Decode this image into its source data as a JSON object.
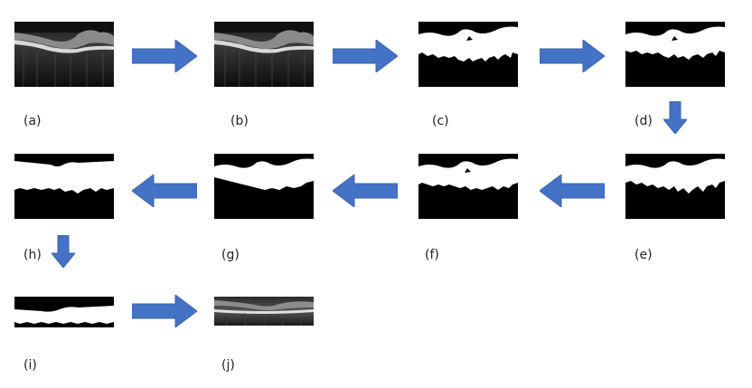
{
  "panels": [
    {
      "id": "a",
      "label": "(a)",
      "kind": "oct"
    },
    {
      "id": "b",
      "label": "(b)",
      "kind": "oct"
    },
    {
      "id": "c",
      "label": "(c)",
      "kind": "mask"
    },
    {
      "id": "d",
      "label": "(d)",
      "kind": "mask"
    },
    {
      "id": "e",
      "label": "(e)",
      "kind": "mask"
    },
    {
      "id": "f",
      "label": "(f)",
      "kind": "mask"
    },
    {
      "id": "g",
      "label": "(g)",
      "kind": "mask"
    },
    {
      "id": "h",
      "label": "(h)",
      "kind": "mask"
    },
    {
      "id": "i",
      "label": "(i)",
      "kind": "mask"
    },
    {
      "id": "j",
      "label": "(j)",
      "kind": "oct"
    }
  ],
  "flow": [
    "a-b",
    "b-c",
    "c-d",
    "d-e",
    "e-f",
    "f-g",
    "g-h",
    "h-i",
    "i-j"
  ],
  "colors": {
    "arrow": "#4472C4",
    "arrow_edge": "#3A63AD",
    "mask_fg": "#ffffff",
    "mask_bg": "#000000",
    "label": "#222222"
  }
}
